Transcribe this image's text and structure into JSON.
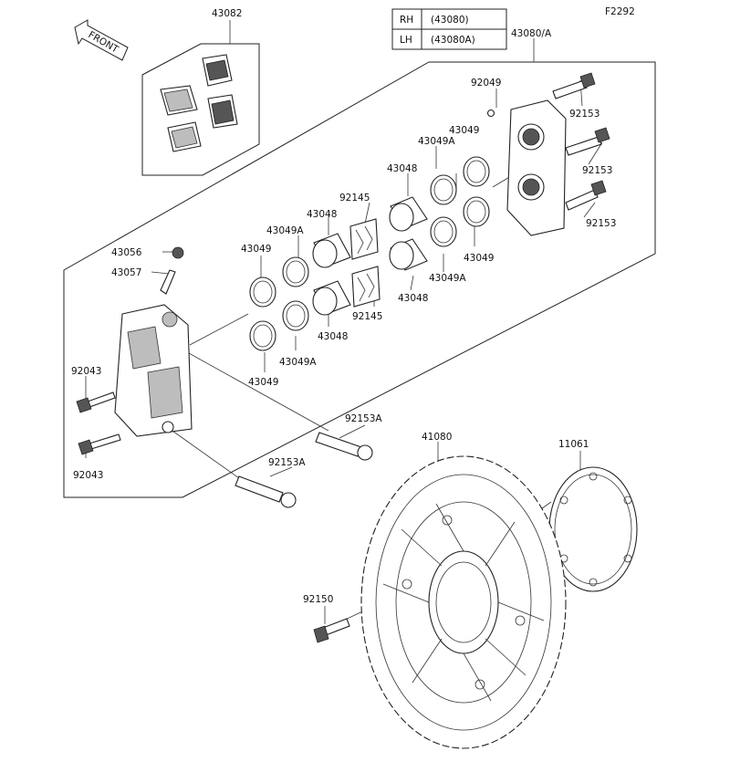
{
  "figure_code": "F2292",
  "front_label": "FRONT",
  "variant_table": [
    {
      "side": "RH",
      "code": "(43080)"
    },
    {
      "side": "LH",
      "code": "(43080A)"
    }
  ],
  "part_labels": {
    "pads": "43082",
    "caliper_assy": "43080/A",
    "bleeder": "92049",
    "seal_a": "43049",
    "seal_b": "43049A",
    "piston": "43048",
    "spring": "92145",
    "cap": "43056",
    "valve": "43057",
    "bolt": "92153",
    "bolt_a": "92153A",
    "mount_bolt": "92043",
    "disc": "41080",
    "shim": "11061",
    "disc_bolt": "92150"
  }
}
